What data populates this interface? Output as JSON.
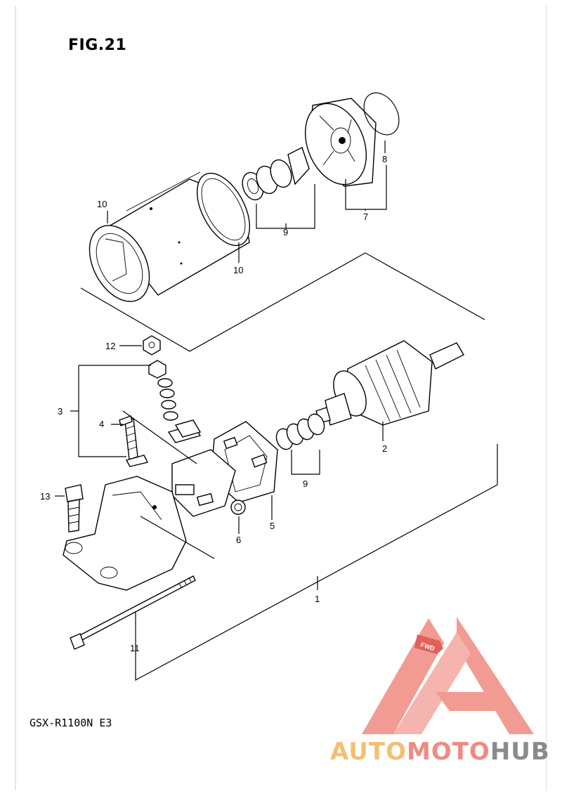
{
  "figure": {
    "title": "FIG.21",
    "model": "GSX-R1100N E3"
  },
  "callouts": [
    {
      "id": "c1",
      "label": "1"
    },
    {
      "id": "c2",
      "label": "2"
    },
    {
      "id": "c3",
      "label": "3"
    },
    {
      "id": "c4",
      "label": "4"
    },
    {
      "id": "c5",
      "label": "5"
    },
    {
      "id": "c6",
      "label": "6"
    },
    {
      "id": "c7",
      "label": "7"
    },
    {
      "id": "c8",
      "label": "8"
    },
    {
      "id": "c9a",
      "label": "9"
    },
    {
      "id": "c9b",
      "label": "9"
    },
    {
      "id": "c10a",
      "label": "10"
    },
    {
      "id": "c10b",
      "label": "10"
    },
    {
      "id": "c11",
      "label": "11"
    },
    {
      "id": "c12",
      "label": "12"
    },
    {
      "id": "c13",
      "label": "13"
    }
  ],
  "watermark": {
    "part1": "AUTO",
    "part2": "MOTO",
    "part3": "HUB",
    "badge": "FWD",
    "colors": {
      "auto": "#f4bf73",
      "moto": "#f08a80",
      "hub": "#8a8a8a",
      "triangle": "#f08a80"
    }
  }
}
